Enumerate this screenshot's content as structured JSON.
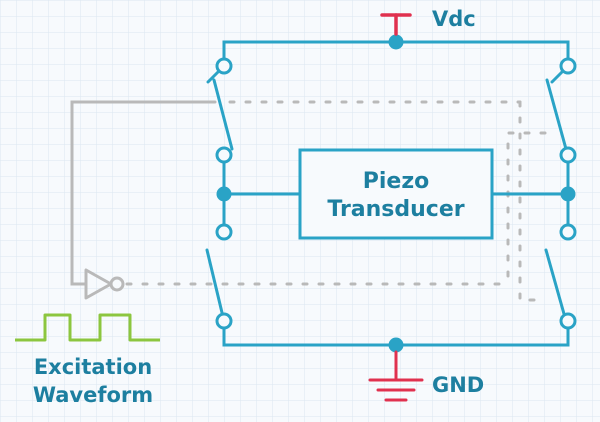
{
  "labels": {
    "supply": "Vdc",
    "ground": "GND",
    "transducer_line1": "Piezo",
    "transducer_line2": "Transducer",
    "waveform_line1": "Excitation",
    "waveform_line2": "Waveform"
  },
  "colors": {
    "background": "#f7fafd",
    "grid": "#dbe7f1",
    "wire": "#2aa3c6",
    "label_blue": "#1d7fa0",
    "supply_ground": "#e0314f",
    "control": "#b9b9b9",
    "waveform": "#8cc63f"
  },
  "icons": {
    "supply": "power-rail-t-icon",
    "ground": "ground-icon",
    "inverter": "not-gate-icon",
    "switch": "spst-switch-icon",
    "waveform": "square-wave-icon"
  }
}
